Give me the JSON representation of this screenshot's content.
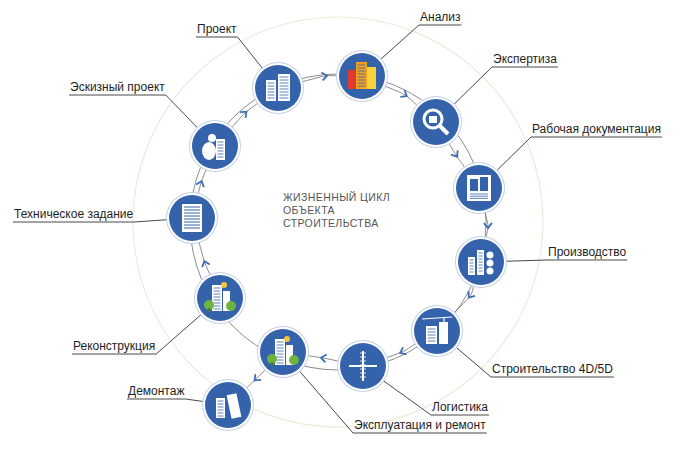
{
  "diagram": {
    "title": "ЖИЗНЕННЫЙ ЦИКЛ ОБЪЕКТА СТРОИТЕЛЬСТВА",
    "nodes": [
      {
        "text": [
          "Проект"
        ]
      },
      {
        "text": [
          "Анализ"
        ]
      },
      {
        "text": [
          "Экспертиза"
        ]
      },
      {
        "text": [
          "Рабочая документация"
        ]
      },
      {
        "text": [
          "Производство"
        ]
      },
      {
        "text": [
          "Строительство 4D/5D"
        ]
      },
      {
        "text": [
          "Логистика"
        ]
      },
      {
        "text": [
          "Эксплуатация и ремонт"
        ]
      },
      {
        "text": [
          "Демонтаж"
        ]
      },
      {
        "text": [
          "Реконструкция"
        ]
      },
      {
        "text": [
          "Техническое задание"
        ]
      },
      {
        "text": [
          "Эскизный проект"
        ]
      }
    ],
    "edges": [
      {
        "from": 0,
        "to": 1,
        "arrow": "to"
      },
      {
        "from": 1,
        "to": 2,
        "arrow": "to"
      },
      {
        "from": 2,
        "to": 3,
        "arrow": "to"
      },
      {
        "from": 3,
        "to": 4,
        "arrow": "to"
      },
      {
        "from": 4,
        "to": 5,
        "arrow": "to"
      },
      {
        "from": 5,
        "to": 6,
        "arrow": "to"
      },
      {
        "from": 6,
        "to": 7,
        "arrow": "to"
      },
      {
        "from": 7,
        "to": 8,
        "arrow": "to"
      },
      {
        "from": 9,
        "to": 10,
        "arrow": "to"
      },
      {
        "from": 10,
        "to": 11,
        "arrow": "to"
      },
      {
        "from": 11,
        "to": 0,
        "arrow": "to"
      }
    ]
  }
}
